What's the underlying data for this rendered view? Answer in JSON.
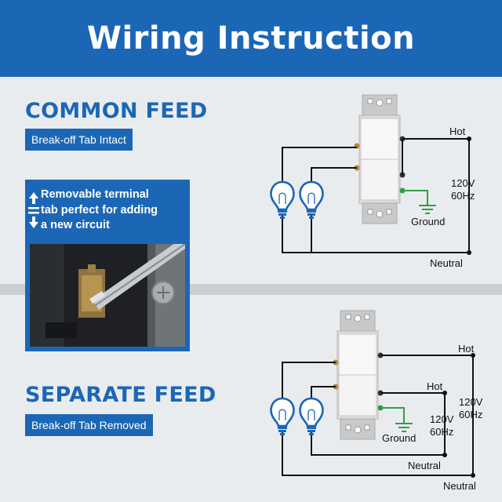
{
  "page": {
    "title": "Wiring Instruction"
  },
  "common_feed": {
    "title": "COMMON FEED",
    "tag": "Break-off Tab Intact",
    "hot_label": "Hot",
    "voltage": "120V",
    "frequency": "60Hz",
    "ground_label": "Ground",
    "neutral_label": "Neutral"
  },
  "callout": {
    "line1": "Removable terminal",
    "line2": "tab perfect for adding",
    "line3": "a new circuit",
    "icon": "arrows-up-down-icon"
  },
  "separate_feed": {
    "title": "SEPARATE FEED",
    "tag": "Break-off Tab Removed",
    "hot_label_outer": "Hot",
    "voltage_outer": "120V",
    "frequency_outer": "60Hz",
    "hot_label_inner": "Hot",
    "voltage_inner": "120V",
    "frequency_inner": "60Hz",
    "ground_label": "Ground",
    "neutral_label_inner": "Neutral",
    "neutral_label_outer": "Neutral"
  },
  "colors": {
    "brand_blue": "#1c67b5",
    "ground_green": "#2ea043",
    "background": "#e9ecef"
  }
}
